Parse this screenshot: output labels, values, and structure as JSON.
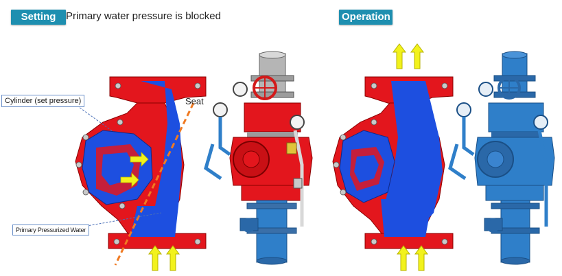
{
  "setting": {
    "tag_label": "Setting",
    "caption": "Primary water pressure is blocked",
    "callout_cylinder": "Cylinder (set pressure)",
    "callout_primary": "Primary Pressurized Water",
    "seat_label": "Seat"
  },
  "operation": {
    "tag_label": "Operation"
  },
  "colors": {
    "tag_bg": "#1e8fb0",
    "valve_red": "#e3161d",
    "water_blue": "#1d4fe0",
    "pipe_blue": "#2f7fc9",
    "arrow_yellow": "#f2f21c",
    "seat_line": "#f07a22",
    "pipe_grey": "#b5b5b5"
  },
  "icons": [
    "yellow-arrow-up",
    "yellow-arrow-right",
    "dashed-callout-line"
  ]
}
